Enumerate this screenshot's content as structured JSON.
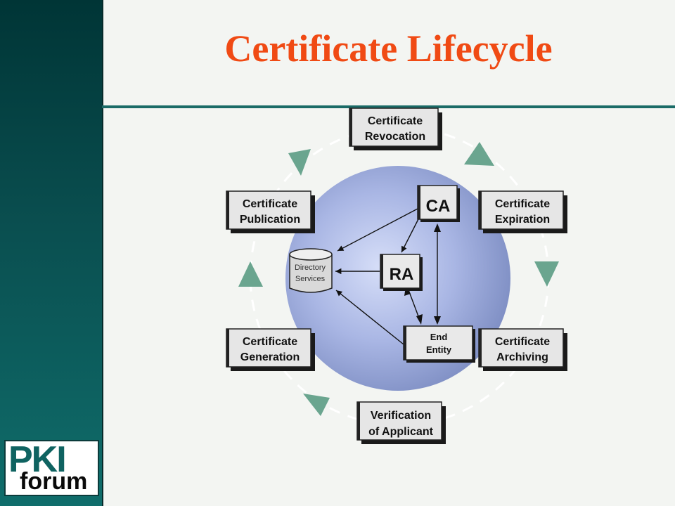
{
  "title": "Certificate Lifecycle",
  "logo": {
    "line1": "PKI",
    "line2": "forum"
  },
  "stages": {
    "revocation": [
      "Certificate",
      "Revocation"
    ],
    "expiration": [
      "Certificate",
      "Expiration"
    ],
    "archiving": [
      "Certificate",
      "Archiving"
    ],
    "verification": [
      "Verification",
      "of Applicant"
    ],
    "generation": [
      "Certificate",
      "Generation"
    ],
    "publication": [
      "Certificate",
      "Publication"
    ]
  },
  "entities": {
    "ca": "CA",
    "ra": "RA",
    "end_entity": [
      "End",
      "Entity"
    ],
    "directory": [
      "Directory",
      "Services"
    ]
  },
  "colors": {
    "title": "#f04a14",
    "sidebar": "#0a4f50",
    "arrow": "#6aa58f",
    "sphere": "#9fb0e0"
  }
}
